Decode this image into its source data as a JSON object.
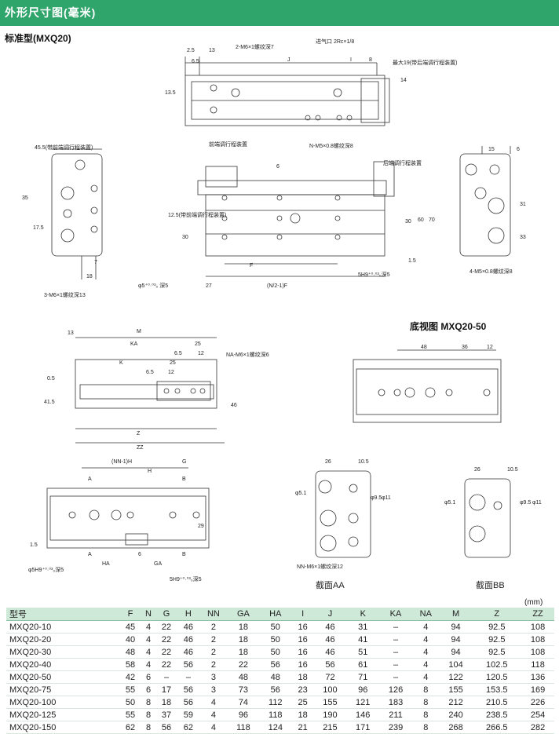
{
  "header": {
    "title": "外形尺寸图(毫米)"
  },
  "subtitle": "标准型(MXQ20)",
  "bottom_view_label": "底视图 MXQ20-50",
  "section_aa": "截面AA",
  "section_bb": "截面BB",
  "unit": "(mm)",
  "labels": {
    "top_hole": "2-M6×1螺纹深7",
    "port": "进气口 2Rc×1/8",
    "max19": "最大19(带后端调行程装置)",
    "front_adjust": "前端调行程装置",
    "n_thread": "N-M5×0.8螺纹深8",
    "rear_adjust": "后端调行程装置",
    "left455": "45.5(带前端调行程装置)",
    "m6_13": "3-M6×1螺纹深13",
    "front_12_5": "12.5(带前端调行程装置)",
    "phi5": "φ5⁺⁰·⁰³₀ 深5",
    "n2f": "(N/2-1)F",
    "slot": "5H9⁺⁰·⁰³₀深5",
    "m5_8": "4-M5×0.8螺纹深8",
    "na_thread": "NA-M6×1螺纹深6",
    "nn_thread": "NN-M6×1螺纹深12",
    "phi5h9": "φ5H9⁺⁰·⁰³₀深5",
    "slot2": "5H9⁺⁰·⁰³₀深5",
    "d": {
      "d2_5": "2.5",
      "d13": "13",
      "d6_5": "6.5",
      "dJ": "J",
      "dI": "I",
      "d8": "8",
      "d14": "14",
      "d13_5": "13.5",
      "d15": "15",
      "d6": "6",
      "d35": "35",
      "d17_5": "17.5",
      "d7": "7",
      "d18": "18",
      "d30": "30",
      "d60": "60",
      "d70": "70",
      "d1_5": "1.5",
      "dF": "F",
      "d27": "27",
      "d31": "31",
      "d33": "33",
      "dM": "M",
      "dKA": "KA",
      "d25": "25",
      "d12": "12",
      "dK": "K",
      "d0_5": "0.5",
      "d41_5": "41.5",
      "d46": "46",
      "dZ": "Z",
      "dZZ": "ZZ",
      "d48": "48",
      "d36": "36",
      "dNNH": "(NN-1)H",
      "dG": "G",
      "dH": "H",
      "dA": "A",
      "dB": "B",
      "d29": "29",
      "dHA": "HA",
      "dGA": "GA",
      "d26": "26",
      "d10_5": "10.5",
      "d5_1": "φ5.1",
      "d9_5": "φ9.5",
      "d11": "φ11"
    }
  },
  "table": {
    "headers": [
      "型号",
      "F",
      "N",
      "G",
      "H",
      "NN",
      "GA",
      "HA",
      "I",
      "J",
      "K",
      "KA",
      "NA",
      "M",
      "Z",
      "ZZ"
    ],
    "rows": [
      [
        "MXQ20-10",
        "45",
        "4",
        "22",
        "46",
        "2",
        "18",
        "50",
        "16",
        "46",
        "31",
        "–",
        "4",
        "94",
        "92.5",
        "108"
      ],
      [
        "MXQ20-20",
        "40",
        "4",
        "22",
        "46",
        "2",
        "18",
        "50",
        "16",
        "46",
        "41",
        "–",
        "4",
        "94",
        "92.5",
        "108"
      ],
      [
        "MXQ20-30",
        "48",
        "4",
        "22",
        "46",
        "2",
        "18",
        "50",
        "16",
        "46",
        "51",
        "–",
        "4",
        "94",
        "92.5",
        "108"
      ],
      [
        "MXQ20-40",
        "58",
        "4",
        "22",
        "56",
        "2",
        "22",
        "56",
        "16",
        "56",
        "61",
        "–",
        "4",
        "104",
        "102.5",
        "118"
      ],
      [
        "MXQ20-50",
        "42",
        "6",
        "–",
        "–",
        "3",
        "48",
        "48",
        "18",
        "72",
        "71",
        "–",
        "4",
        "122",
        "120.5",
        "136"
      ],
      [
        "MXQ20-75",
        "55",
        "6",
        "17",
        "56",
        "3",
        "73",
        "56",
        "23",
        "100",
        "96",
        "126",
        "8",
        "155",
        "153.5",
        "169"
      ],
      [
        "MXQ20-100",
        "50",
        "8",
        "18",
        "56",
        "4",
        "74",
        "112",
        "25",
        "155",
        "121",
        "183",
        "8",
        "212",
        "210.5",
        "226"
      ],
      [
        "MXQ20-125",
        "55",
        "8",
        "37",
        "59",
        "4",
        "96",
        "118",
        "18",
        "190",
        "146",
        "211",
        "8",
        "240",
        "238.5",
        "254"
      ],
      [
        "MXQ20-150",
        "62",
        "8",
        "56",
        "62",
        "4",
        "118",
        "124",
        "21",
        "215",
        "171",
        "239",
        "8",
        "268",
        "266.5",
        "282"
      ]
    ]
  },
  "colors": {
    "header": "#2fa46b",
    "table_head": "#cfe9d9",
    "line": "#333333"
  }
}
